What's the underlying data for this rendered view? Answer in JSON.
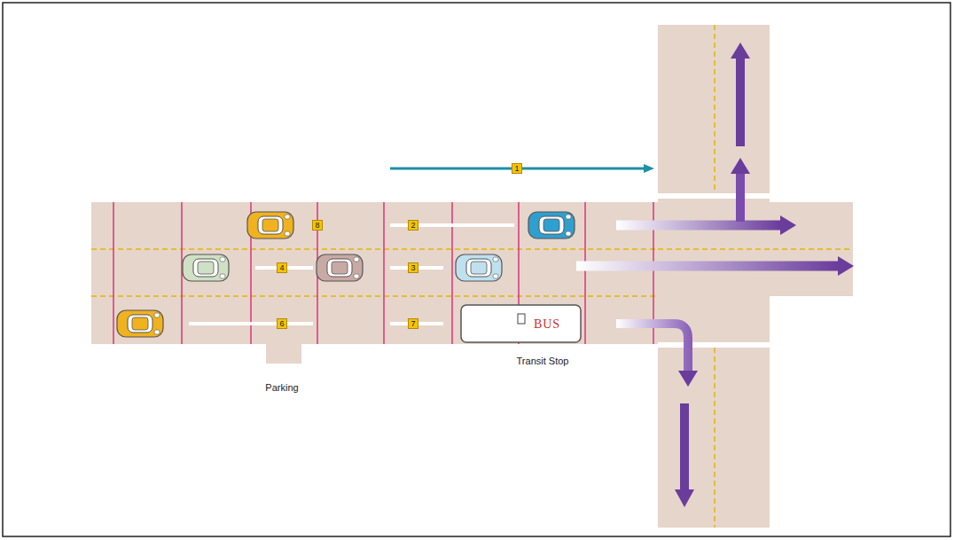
{
  "diagram": {
    "labels": [
      "1",
      "8",
      "2",
      "4",
      "3",
      "6",
      "7",
      "BUS",
      "Transit Stop",
      "Parking"
    ]
  }
}
